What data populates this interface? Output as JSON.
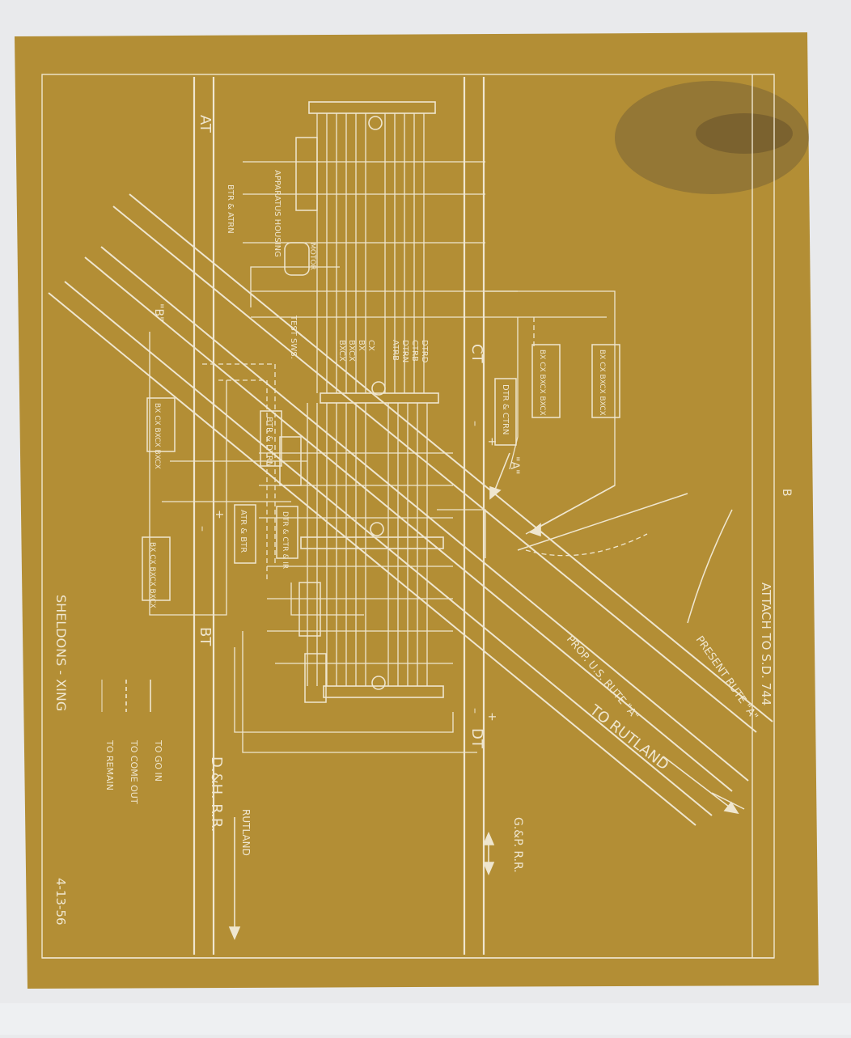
{
  "colors": {
    "background": "#e9eaec",
    "paper": "#b38e35",
    "ink": "#efe6cf",
    "stain": "#6e5a36"
  },
  "drawing": {
    "title_note": "ATTACH TO S.D. 744",
    "location": "SHELDONS - XING",
    "railroad": "D.&H. R.R.",
    "rutland_direction": "RUTLAND",
    "gp_railroad": "G.&P. R.R.",
    "route_to": "TO RUTLAND",
    "proposed_route": "PROP. U.S. RUTE \"A\"",
    "present_route": "PRESENT RUTE \"A\"",
    "date": "4-13-56",
    "sheet_mark": "B",
    "apparatus_label": "APPARATUS HOUSING",
    "motor_label": "MOTOR",
    "test_label": "TEST SWS.",
    "signal_a": "\"A\"",
    "signal_b": "\"B\""
  },
  "tracks": {
    "at": "AT",
    "bt": "BT",
    "ct": "CT",
    "dt": "DT",
    "plus": "+",
    "minus": "–"
  },
  "relay_labels": {
    "btr_atr": "BTR & ATRN",
    "dtr_ctr": "DTR & CTRN",
    "btr_dtr": "BTR & DTRN",
    "dtr_ctr_ir": "DTR & CTR & IR",
    "atr_btr": "ATR & BTR",
    "bx_a_1": "BX CX BXCX BXCX",
    "bx_a_2": "BX CX BXCX BXCX",
    "bx_b_1": "BX CX BXCX BXCX",
    "bx_b_2": "BX CX BXCX BXCX",
    "list_1": "DTRD",
    "list_2": "CTRB",
    "list_3": "DTRN",
    "list_4": "ATRB",
    "list_5": "CX",
    "list_6": "BX",
    "list_7": "BXCX",
    "list_8": "BXCX"
  },
  "legend": {
    "to_go_in": "TO GO IN",
    "to_come_out": "TO COME OUT",
    "to_remain": "TO REMAIN"
  }
}
